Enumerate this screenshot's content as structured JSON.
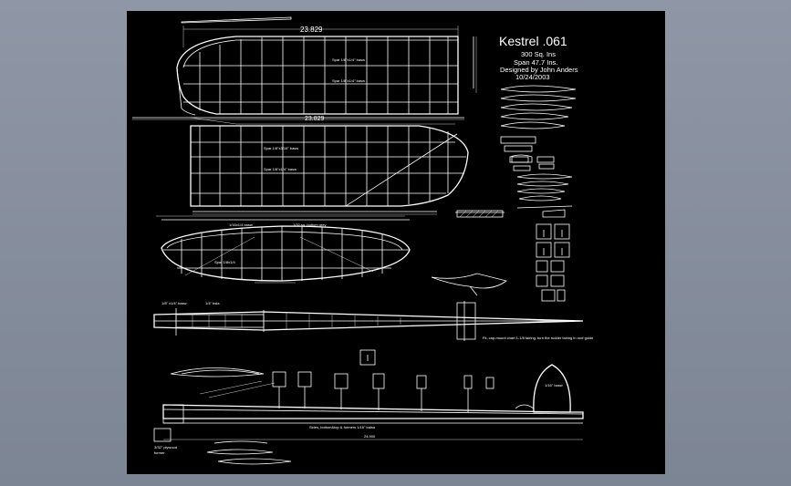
{
  "drawing": {
    "title": "Kestrel .061",
    "info_lines": [
      "300 Sq. Ins",
      "Span 47.7 Ins.",
      "Designed by John Anders",
      "10/24/2003"
    ],
    "dim_top": "23.829",
    "dim_second": "23.829",
    "wing_label_1": "Spar 1/8\"x1/4\" basw",
    "wing_label_2": "Spar 1/8\"x1/4\" basw",
    "wing_label_3": "Spar 1/8\"x3/16\" basw",
    "wing_label_4": "Spar 1/8\"x1/4\" basw",
    "tail_label_1": "1/16x1/4 basw",
    "tail_label_2": "1/32 sq. bottom grey",
    "tail_label_3": "Spar 1/8x1/4",
    "fuse_top_label": "1/8\" x1/4\" basw",
    "fuse_top_label_2": "1/4\" bsla",
    "fuse_note": "Fit, cap-mount chart 1-1/8 fairing, turn the rudder fairing in roof guide",
    "fuse_bottom_label": "Sides, bottom&top & formers 1/16\" balsa",
    "fin_label": "1/16\" basw",
    "dim_bottom": "24.900",
    "bottom_left_label": "3/32\" plywood",
    "bottom_left_label_2": "former"
  },
  "colors": {
    "background": "#000000",
    "lines": "#ffffff",
    "viewport": "#8f97a6"
  }
}
